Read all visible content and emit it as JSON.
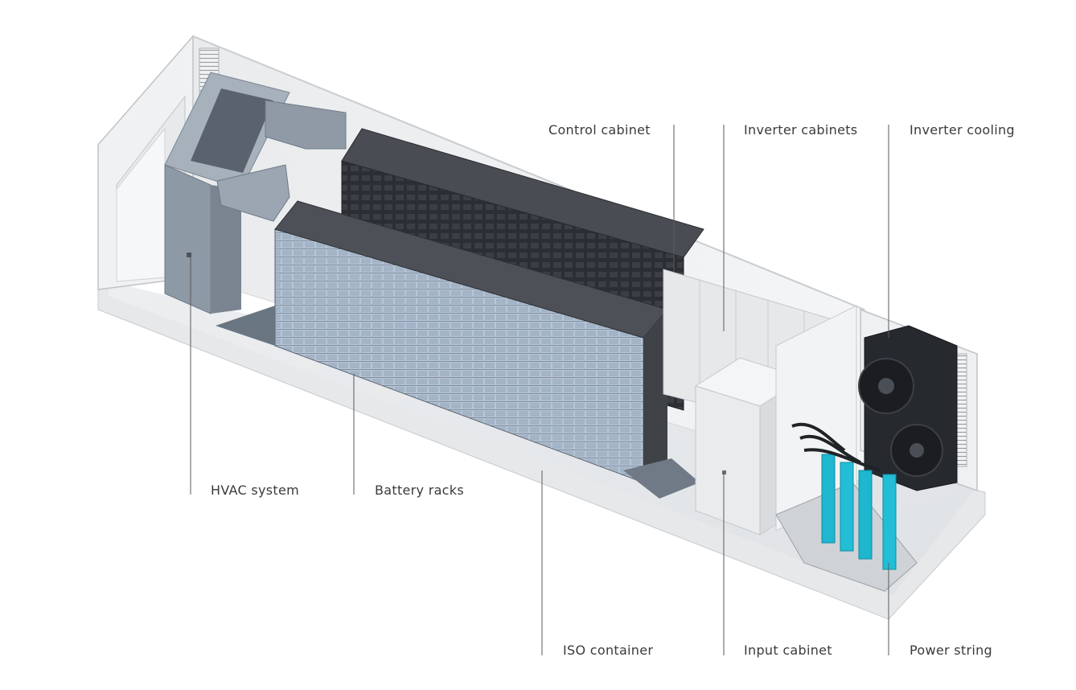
{
  "diagram": {
    "labels": {
      "control_cabinet": "Control cabinet",
      "inverter_cabinets": "Inverter cabinets",
      "inverter_cooling": "Inverter cooling",
      "hvac_system": "HVAC system",
      "battery_racks": "Battery racks",
      "iso_container": "ISO container",
      "input_cabinet": "Input cabinet",
      "power_string": "Power string"
    },
    "colors": {
      "container_frame": "#e4e6e8",
      "hvac": "#8e99a6",
      "battery_rack_dark": "#2e3136",
      "battery_rack_light": "#b3c1d1",
      "cabinet": "#e8e9ea",
      "power_string": "#1fb6cf",
      "cooling_fan": "#1b1d20",
      "leader_line": "#5a5a5a"
    }
  }
}
